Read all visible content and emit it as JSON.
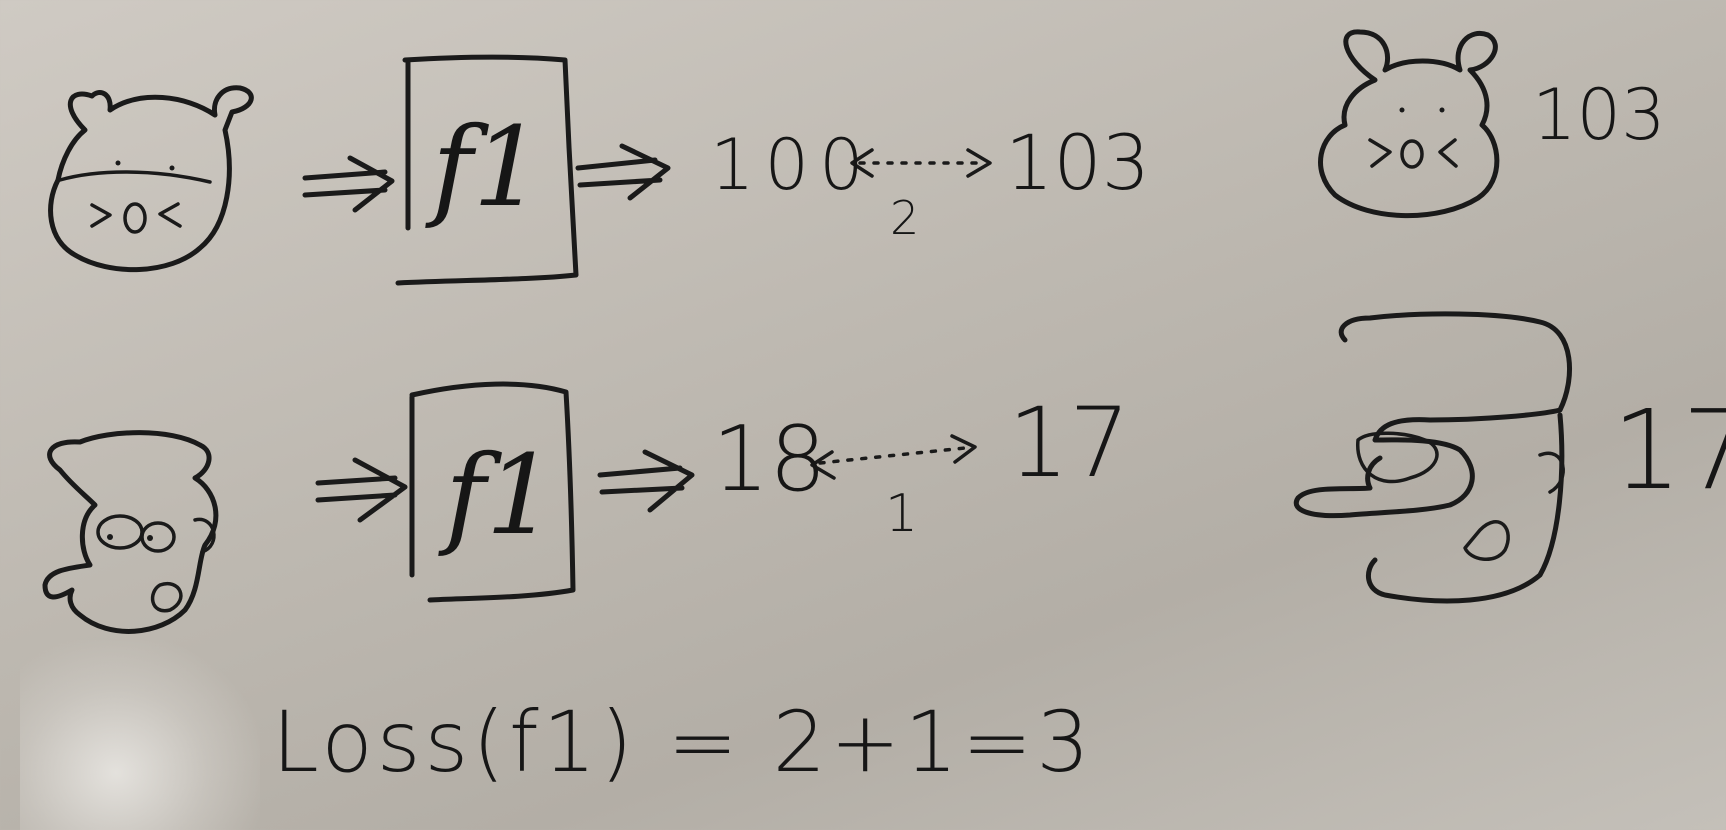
{
  "row1": {
    "model_label": "f1",
    "prediction": "100",
    "target": "103",
    "difference": "2",
    "reference_target": "103"
  },
  "row2": {
    "model_label": "f1",
    "prediction": "18",
    "target": "17",
    "difference": "1",
    "reference_target": "17"
  },
  "loss": {
    "text": "Loss(f1) = 2+1=3"
  }
}
